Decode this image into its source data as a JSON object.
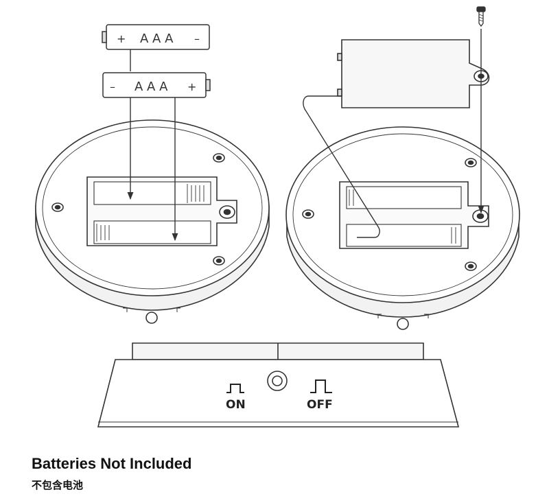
{
  "batteries": {
    "top": {
      "plus": "+",
      "label": "A A A",
      "minus": "–"
    },
    "bottom": {
      "minus": "–",
      "label": "A A A",
      "plus": "+"
    }
  },
  "switch": {
    "on_label": "ON",
    "off_label": "OFF"
  },
  "caption": {
    "english": "Batteries Not Included",
    "chinese": "不包含电池"
  },
  "colors": {
    "line": "#333333",
    "fill": "#ffffff",
    "shade": "#e6e6e6"
  },
  "icons": [
    "screw-icon",
    "battery-icon",
    "power-button-icon",
    "on-symbol-icon",
    "off-symbol-icon"
  ]
}
